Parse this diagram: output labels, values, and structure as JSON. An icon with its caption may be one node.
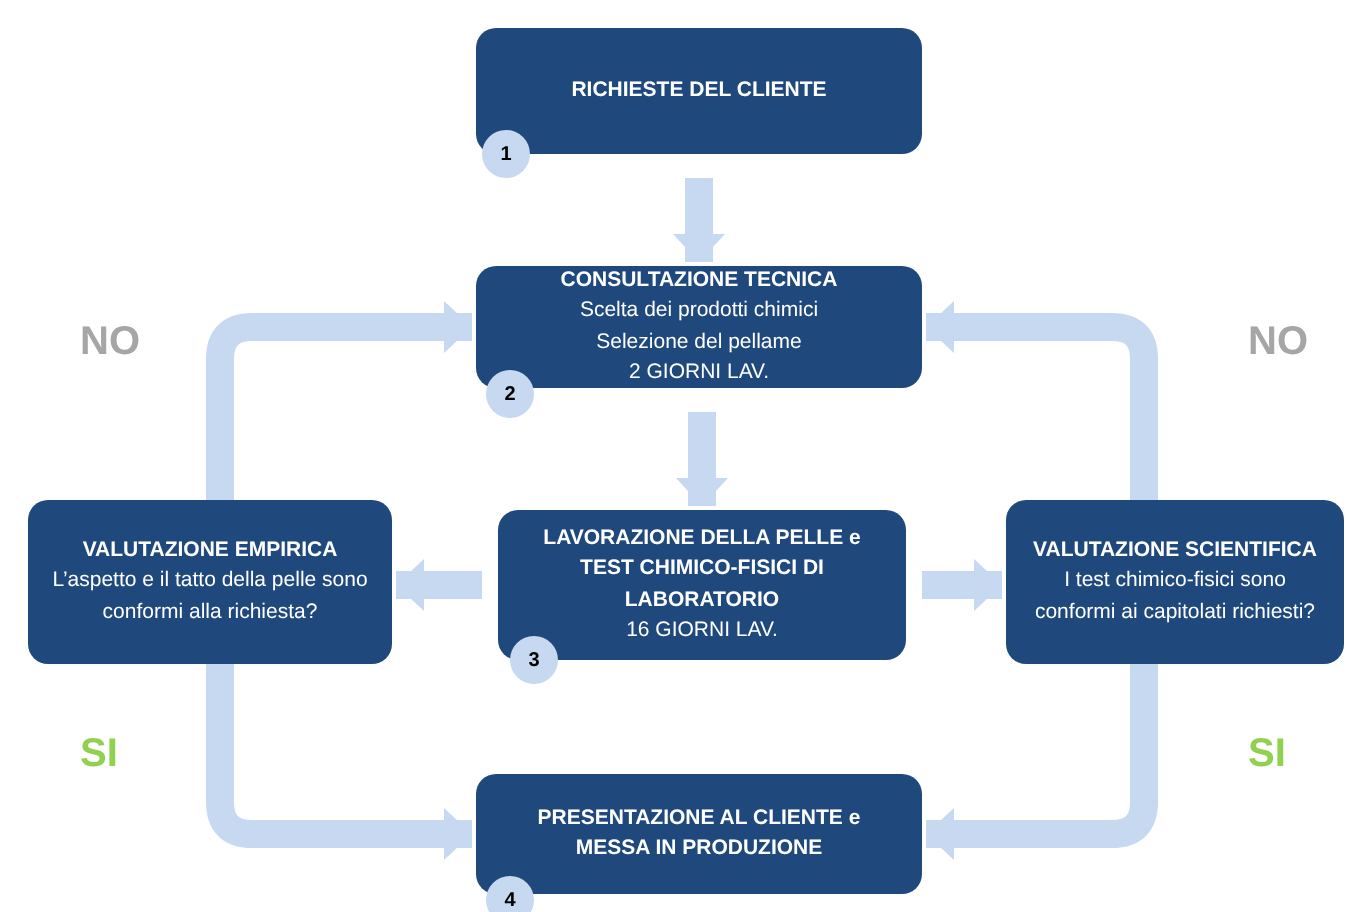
{
  "diagram": {
    "nodes": [
      {
        "text": [
          "RICHIESTE DEL CLIENTE"
        ]
      },
      {
        "text": [
          "1"
        ]
      },
      {
        "text": [
          "CONSULTAZIONE TECNICA",
          "Scelta dei prodotti chimici",
          "Selezione del pellame",
          "2 GIORNI LAV."
        ]
      },
      {
        "text": [
          "2"
        ]
      },
      {
        "text": [
          "VALUTAZIONE EMPIRICA",
          "L’aspetto e il tatto della pelle sono conformi alla richiesta?"
        ]
      },
      {
        "text": [
          "LAVORAZIONE DELLA PELLE e TEST CHIMICO-FISICI DI LABORATORIO",
          "16 GIORNI LAV."
        ]
      },
      {
        "text": [
          "3"
        ]
      },
      {
        "text": [
          "VALUTAZIONE SCIENTIFICA",
          "I test chimico-fisici sono conformi ai capitolati richiesti?"
        ]
      },
      {
        "text": [
          "PRESENTAZIONE AL CLIENTE e MESSA IN PRODUZIONE"
        ]
      },
      {
        "text": [
          "4"
        ]
      }
    ],
    "edges": [
      {
        "from": 0,
        "to": 2,
        "arrow": "to"
      },
      {
        "from": 2,
        "to": 5,
        "arrow": "to"
      },
      {
        "from": 5,
        "to": 4,
        "arrow": "to"
      },
      {
        "from": 5,
        "to": 7,
        "arrow": "to"
      },
      {
        "from": 4,
        "to": 2,
        "arrow": "to",
        "label": "NO"
      },
      {
        "from": 7,
        "to": 2,
        "arrow": "to",
        "label": "NO"
      },
      {
        "from": 4,
        "to": 8,
        "arrow": "to",
        "label": "SI"
      },
      {
        "from": 7,
        "to": 8,
        "arrow": "to",
        "label": "SI"
      }
    ]
  }
}
